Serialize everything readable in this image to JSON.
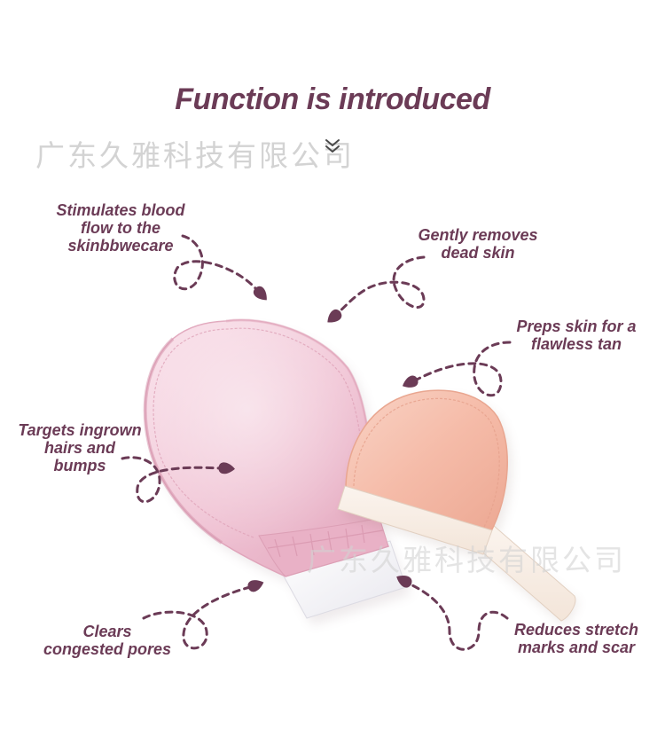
{
  "title": "Function is introduced",
  "watermarks": [
    "广东久雅科技有限公司",
    "广东久雅科技有限公司"
  ],
  "annotations": [
    {
      "lines": [
        "Stimulates blood",
        "flow to the",
        "skinbbwecare"
      ]
    },
    {
      "lines": [
        "Gently removes",
        "dead skin"
      ]
    },
    {
      "lines": [
        "Preps skin for a",
        "flawless tan"
      ]
    },
    {
      "lines": [
        "Targets ingrown",
        "hairs and",
        "bumps"
      ]
    },
    {
      "lines": [
        "Clears",
        "congested pores"
      ]
    },
    {
      "lines": [
        "Reduces stretch",
        "marks and scar"
      ]
    }
  ],
  "icons": {
    "scroll_hint": "double-chevron-down-icon",
    "callout_pointer": "dashed-arrow-icon"
  },
  "colors": {
    "text": "#6b3b56",
    "watermark": "#d3d3d3",
    "icon": "#4a4a4a",
    "pink_mitt": "#f0c3d4",
    "peach_mitt": "#f5bba8",
    "cuff": "#f3e5d9"
  }
}
